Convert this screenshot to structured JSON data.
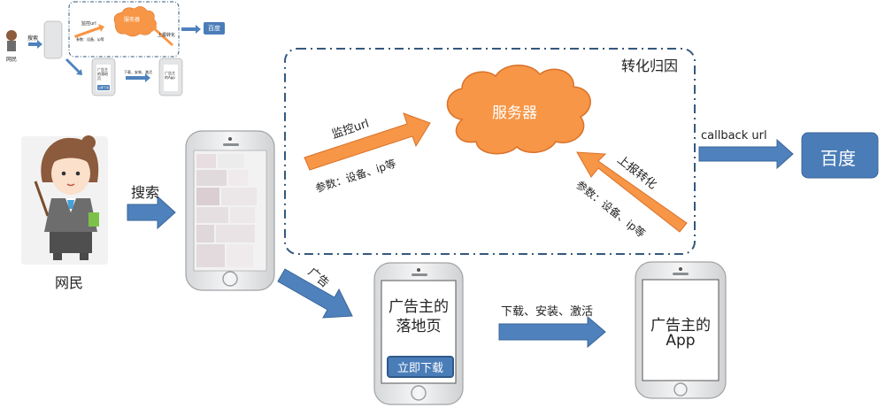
{
  "user": {
    "label": "网民"
  },
  "flow": {
    "search_label": "搜索",
    "ad_label": "广告",
    "download_label": "下载、安装、激活",
    "callback_label": "callback url"
  },
  "attribution": {
    "region_title": "转化归因",
    "server_label": "服务器",
    "monitor_label": "监控url",
    "monitor_params": "参数：设备、ip等",
    "report_label": "上报转化",
    "report_params": "参数：设备、ip等"
  },
  "landing_page": {
    "title_line1": "广告主的",
    "title_line2": "落地页",
    "button_label": "立即下载"
  },
  "advertiser_app": {
    "line1": "广告主的",
    "line2": "App"
  },
  "baidu": {
    "label": "百度"
  },
  "thumbnail": {
    "server_label": "服务器",
    "baidu_label": "百度",
    "search_label": "搜索",
    "user_label": "网民",
    "monitor_label": "监控url",
    "monitor_params": "参数：设备、ip等",
    "report_label": "上报转化",
    "landing_label": "广告主的落地页",
    "download_button": "立即下载",
    "download_label": "下载、安装、激活",
    "app_label": "广告主的App"
  },
  "colors": {
    "orange": "#f79646",
    "orange_dark": "#d8722a",
    "blue_arrow": "#4f81bd",
    "blue_box": "#4a7db8",
    "dash_border": "#34587d"
  }
}
